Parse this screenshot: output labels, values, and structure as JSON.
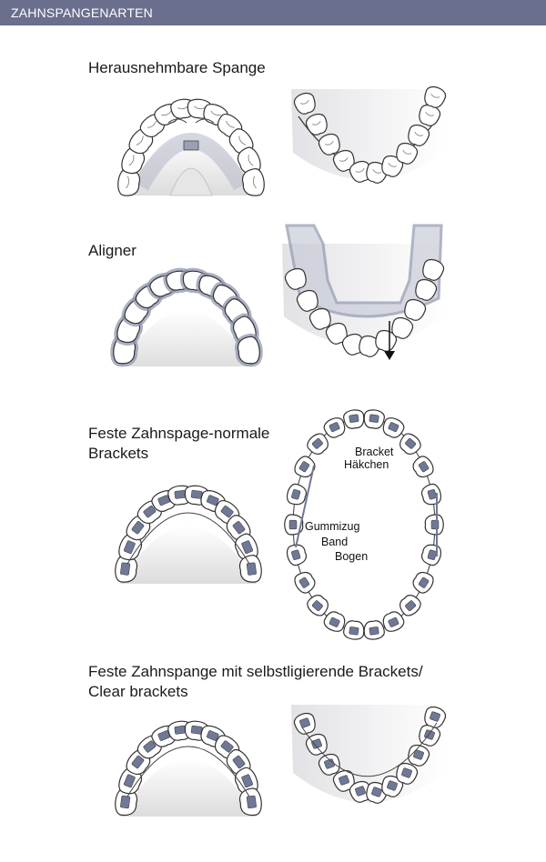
{
  "header": {
    "title": "ZAHNSPANGENARTEN"
  },
  "sections": [
    {
      "title": "Herausnehmbare Spange"
    },
    {
      "title": "Aligner"
    },
    {
      "title_line1": "Feste Zahnspage-normale",
      "title_line2": "Brackets"
    },
    {
      "title_line1": "Feste Zahnspange mit selbstligierende Brackets/",
      "title_line2": "Clear brackets"
    }
  ],
  "labels": {
    "bracket": "Bracket",
    "haekchen": "Häkchen",
    "gummizug": "Gummizug",
    "band": "Band",
    "bogen": "Bogen"
  },
  "colors": {
    "header": "#6a6f8e",
    "tooth_stroke": "#333333",
    "appliance": "#8f96ad",
    "bracket": "#6f7896"
  }
}
